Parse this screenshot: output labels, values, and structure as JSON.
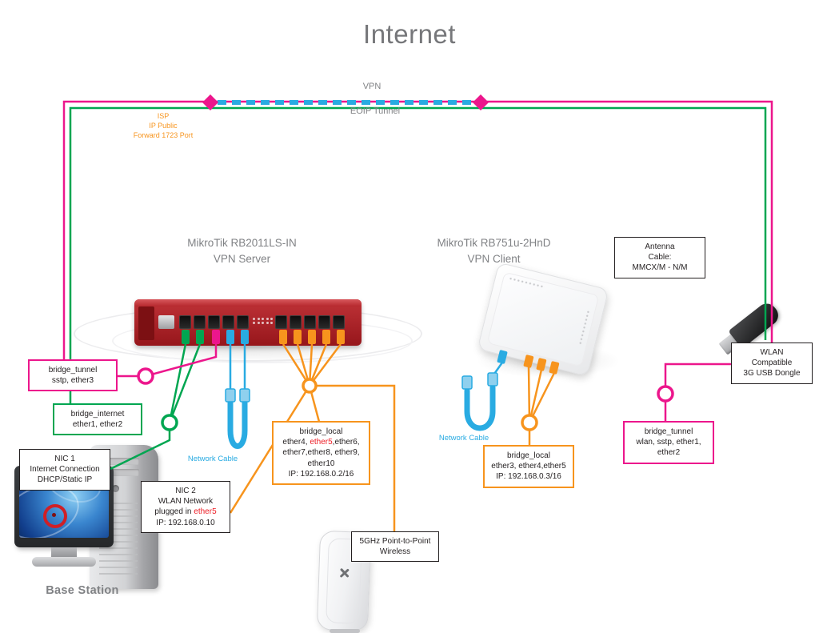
{
  "title": "Internet",
  "colors": {
    "green": "#00a651",
    "magenta": "#ec168c",
    "orange": "#f7941d",
    "blue": "#29abe2",
    "gray_text": "#808285",
    "red_highlight": "#ed1c24",
    "router_red": "#a61e22"
  },
  "top": {
    "vpn": "VPN",
    "eoip": "EOIP Tunnel",
    "isp": [
      "ISP",
      "IP Public",
      "Forward 1723 Port"
    ]
  },
  "devices": {
    "server": {
      "model": "MikroTik RB2011LS-IN",
      "role": "VPN Server"
    },
    "client": {
      "model": "MikroTik RB751u-2HnD",
      "role": "VPN Client"
    },
    "base_station": "Base Station"
  },
  "callouts": {
    "bridge_tunnel_left": [
      "bridge_tunnel",
      "sstp, ether3"
    ],
    "bridge_internet": [
      "bridge_internet",
      "ether1, ether2"
    ],
    "nic1": [
      "NIC 1",
      "Internet Connection",
      "DHCP/Static IP"
    ],
    "nic2": {
      "l1": "NIC 2",
      "l2": "WLAN Network",
      "l3a": "plugged in ",
      "l3b": "ether5",
      "l4": "IP: 192.168.0.10"
    },
    "bridge_local_left": {
      "l1": "bridge_local",
      "l2a": "ether4, ",
      "l2b": "ether5",
      "l2c": ",ether6,",
      "l3": "ether7,ether8, ether9,",
      "l4": "ether10",
      "l5": "IP: 192.168.0.2/16"
    },
    "bridge_local_right": [
      "bridge_local",
      "ether3, ether4,ether5",
      "IP: 192.168.0.3/16"
    ],
    "bridge_tunnel_right": [
      "bridge_tunnel",
      "wlan, sstp, ether1,",
      "ether2"
    ],
    "antenna_cable": [
      "Antenna",
      "Cable:",
      "MMCX/M - N/M"
    ],
    "usb_dongle": [
      "WLAN",
      "Compatible",
      "3G USB Dongle"
    ],
    "ptp": [
      "5GHz Point-to-Point",
      "Wireless"
    ]
  },
  "labels": {
    "network_cable_server": "Network Cable",
    "network_cable_client": "Network Cable"
  }
}
